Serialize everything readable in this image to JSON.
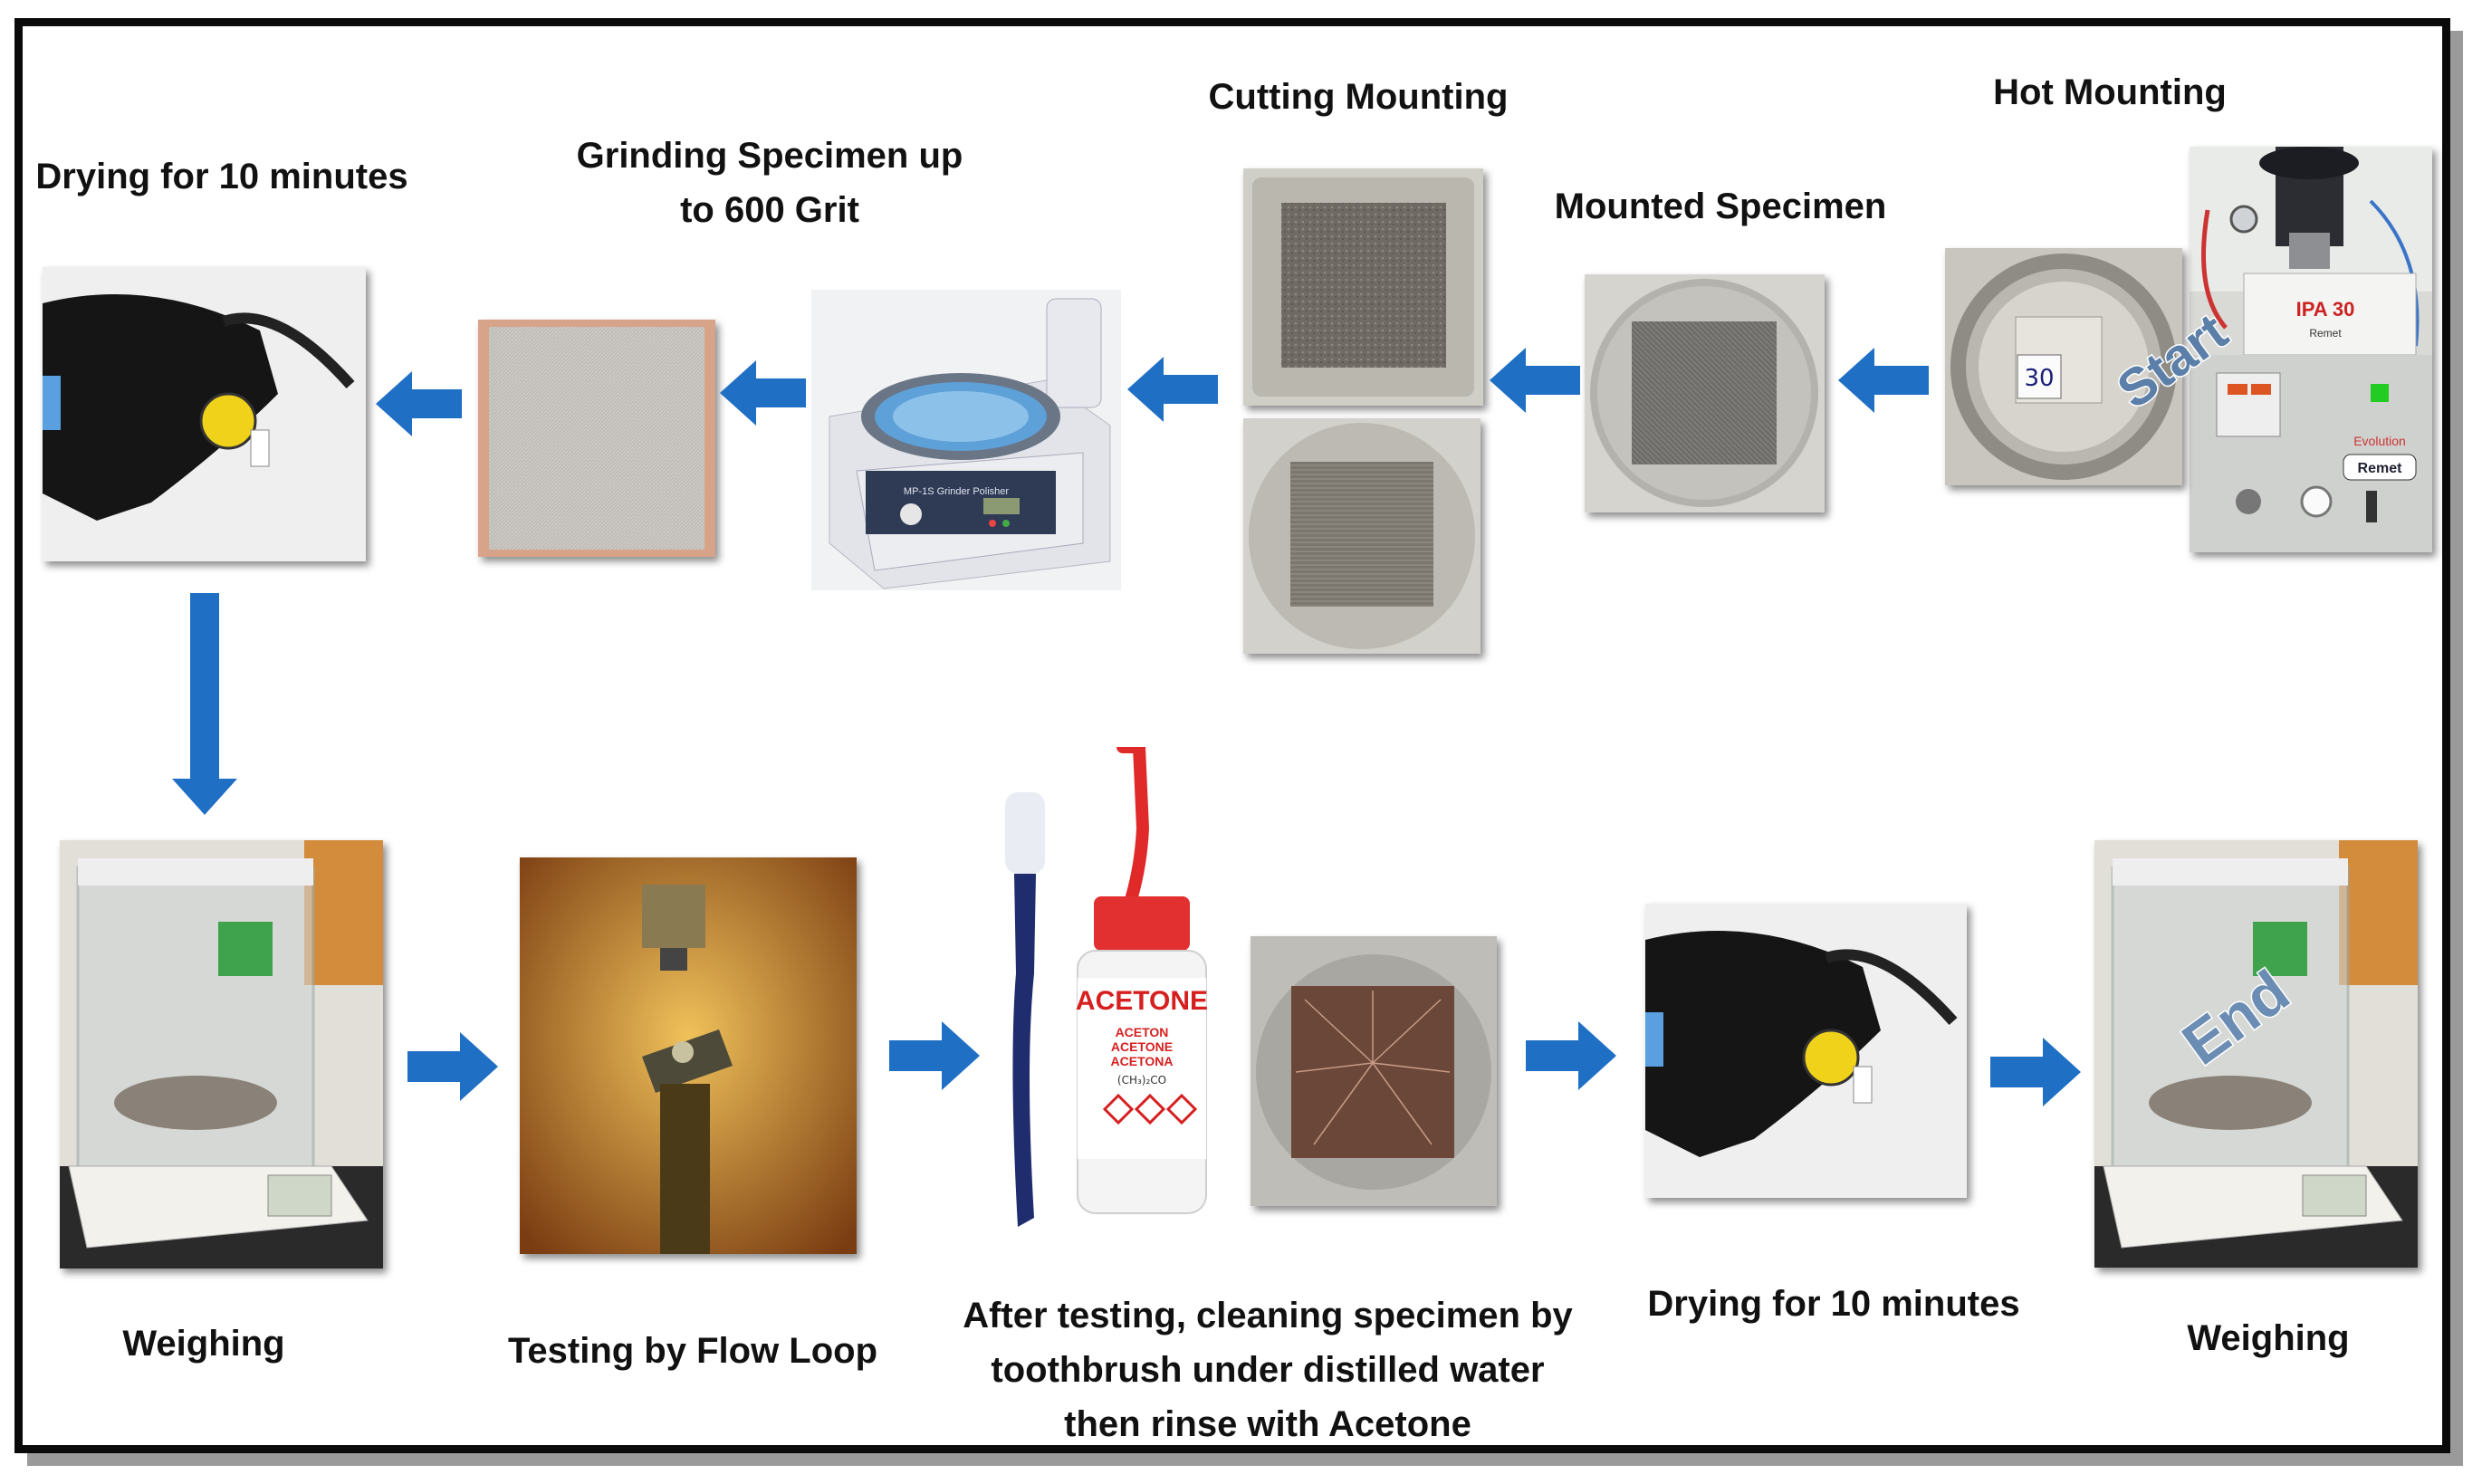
{
  "steps": {
    "hot_mounting": "Hot Mounting",
    "mounted_specimen": "Mounted Specimen",
    "cutting_mounting": "Cutting Mounting",
    "grinding_line1": "Grinding Specimen up",
    "grinding_line2": "to 600 Grit",
    "drying_top": "Drying for 10 minutes",
    "weighing_left": "Weighing",
    "testing": "Testing by Flow Loop",
    "cleaning_line1": "After testing, cleaning specimen by",
    "cleaning_line2": "toothbrush under distilled water",
    "cleaning_line3": "then rinse with Acetone",
    "drying_bottom": "Drying for 10 minutes",
    "weighing_right": "Weighing"
  },
  "overlays": {
    "start": "Start",
    "end": "End"
  },
  "device_text": {
    "ipa": "IPA 30",
    "remet": "Remet",
    "evolution": "Evolution",
    "specimen_number": "30",
    "acetone_big": "ACETONE",
    "acetone_lines": [
      "ACETON",
      "ACETONE",
      "ACETONA"
    ],
    "formula": "(CH₃)₂CO",
    "grinder": "MP-1S Grinder Polisher"
  },
  "colors": {
    "arrow": "#1f6fc4",
    "frame": "#0a0a0a",
    "label": "#111111"
  }
}
